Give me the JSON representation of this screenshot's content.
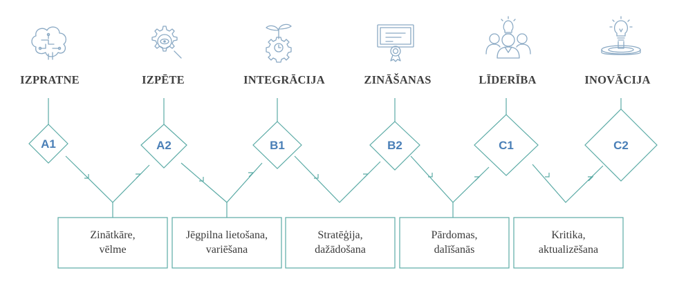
{
  "stages": [
    {
      "title": "IZPRATNE",
      "level": "A1",
      "icon": "brain-icon"
    },
    {
      "title": "IZPĒTE",
      "level": "A2",
      "icon": "gear-magnifier-icon"
    },
    {
      "title": "INTEGRĀCIJA",
      "level": "B1",
      "icon": "plant-gear-icon"
    },
    {
      "title": "ZINĀŠANAS",
      "level": "B2",
      "icon": "certificate-icon"
    },
    {
      "title": "LĪDERĪBA",
      "level": "C1",
      "icon": "team-lightbulb-icon"
    },
    {
      "title": "INOVĀCIJA",
      "level": "C2",
      "icon": "lightbulb-pedestal-icon"
    }
  ],
  "outcomes": [
    {
      "line1": "Zinātkāre,",
      "line2": "vēlme"
    },
    {
      "line1": "Jēgpilna lietošana,",
      "line2": "variēšana"
    },
    {
      "line1": "Stratēģija,",
      "line2": "dažādošana"
    },
    {
      "line1": "Pārdomas,",
      "line2": "dalīšanās"
    },
    {
      "line1": "Kritika,",
      "line2": "aktualizēšana"
    }
  ],
  "colors": {
    "accent": "#5aaaa5",
    "level_text": "#4a7fb7",
    "icon": "#8aa9c4",
    "title": "#3f3f3f"
  }
}
